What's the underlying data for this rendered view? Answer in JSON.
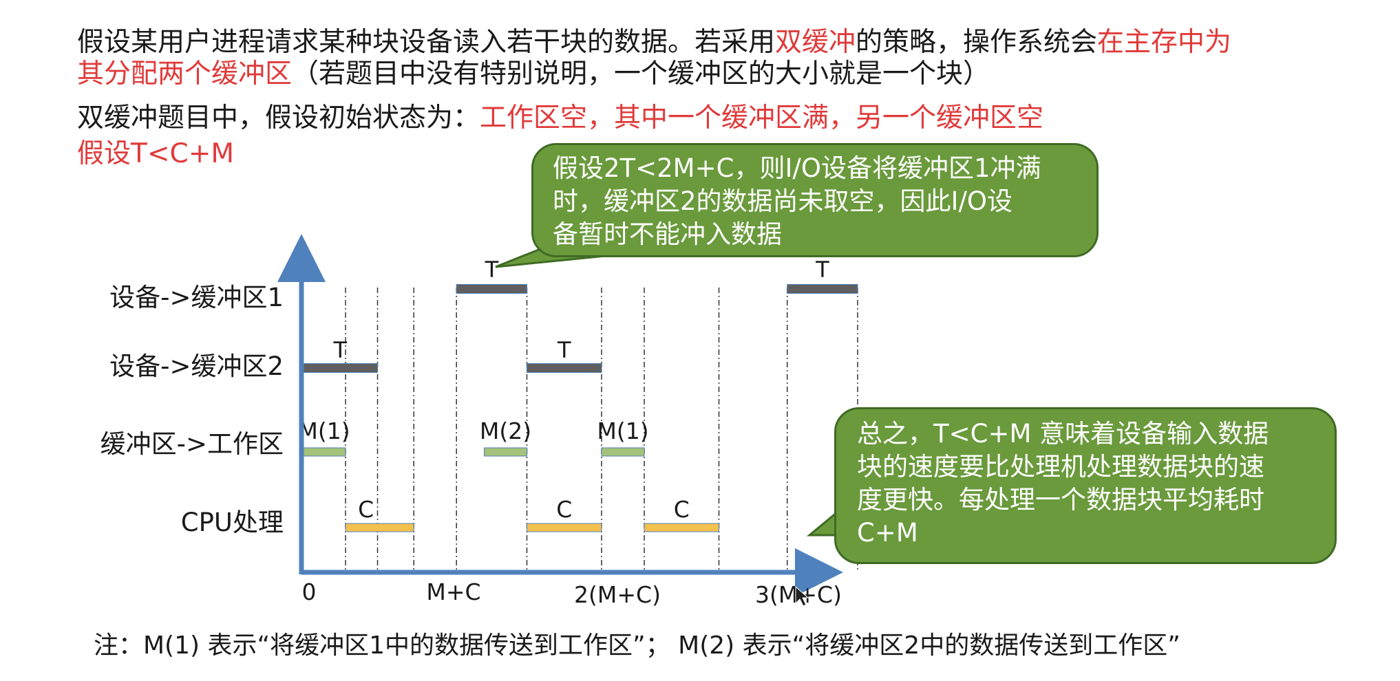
{
  "intro": {
    "line1_a": "假设某用户进程请求某种块设备读入若干块的数据。若采用",
    "line1_red1": "双缓冲",
    "line1_b": "的策略，操作系统会",
    "line1_red2": "在主存中为",
    "line2_red": "其分配两个缓冲区",
    "line2_b": "（若题目中没有特别说明，一个缓冲区的大小就是一个块）",
    "line3_a": "双缓冲题目中，假设初始状态为：",
    "line3_red": "工作区空，其中一个缓冲区满，另一个缓冲区空",
    "line4_red": "假设T<C+M"
  },
  "callout_top": {
    "lines": [
      "假设2T<2M+C，则I/O设备将缓冲区1冲满",
      "时，缓冲区2的数据尚未取空，因此I/O设",
      "备暂时不能冲入数据"
    ]
  },
  "callout_right": {
    "lines": [
      "总之，T<C+M 意味着设备输入数据",
      "块的速度要比处理机处理数据块的速",
      "度更快。每处理一个数据块平均耗时",
      "C+M"
    ]
  },
  "chart_data": {
    "type": "gantt",
    "rows": [
      "设备->缓冲区1",
      "设备->缓冲区2",
      "缓冲区->工作区",
      "CPU处理"
    ],
    "x_ticks": [
      "0",
      "M+C",
      "2(M+C)",
      "3(M+C)"
    ],
    "bars": [
      {
        "row": 0,
        "start": 0.72,
        "end": 1.05,
        "label": "T"
      },
      {
        "row": 0,
        "start": 2.27,
        "end": 2.6,
        "label": "T"
      },
      {
        "row": 1,
        "start": 0.0,
        "end": 0.35,
        "label": "T"
      },
      {
        "row": 1,
        "start": 1.05,
        "end": 1.4,
        "label": "T"
      },
      {
        "row": 2,
        "start": 0.0,
        "end": 0.2,
        "label": "M(1)"
      },
      {
        "row": 2,
        "start": 0.85,
        "end": 1.05,
        "label": "M(2)"
      },
      {
        "row": 2,
        "start": 1.4,
        "end": 1.6,
        "label": "M(1)"
      },
      {
        "row": 3,
        "start": 0.2,
        "end": 0.52,
        "label": "C"
      },
      {
        "row": 3,
        "start": 1.05,
        "end": 1.4,
        "label": "C"
      },
      {
        "row": 3,
        "start": 1.6,
        "end": 1.95,
        "label": "C"
      }
    ],
    "dashed_lines_at": [
      0.2,
      0.35,
      0.52,
      0.72,
      1.05,
      1.4,
      1.6,
      1.95,
      2.27,
      2.6
    ],
    "colors": {
      "T": "#5f5f5f",
      "M": "#a4c27a",
      "C": "#f2c14e",
      "axis": "#4f81bd"
    }
  },
  "note": "注：M(1) 表示“将缓冲区1中的数据传送到工作区”； M(2) 表示“将缓冲区2中的数据传送到工作区”"
}
